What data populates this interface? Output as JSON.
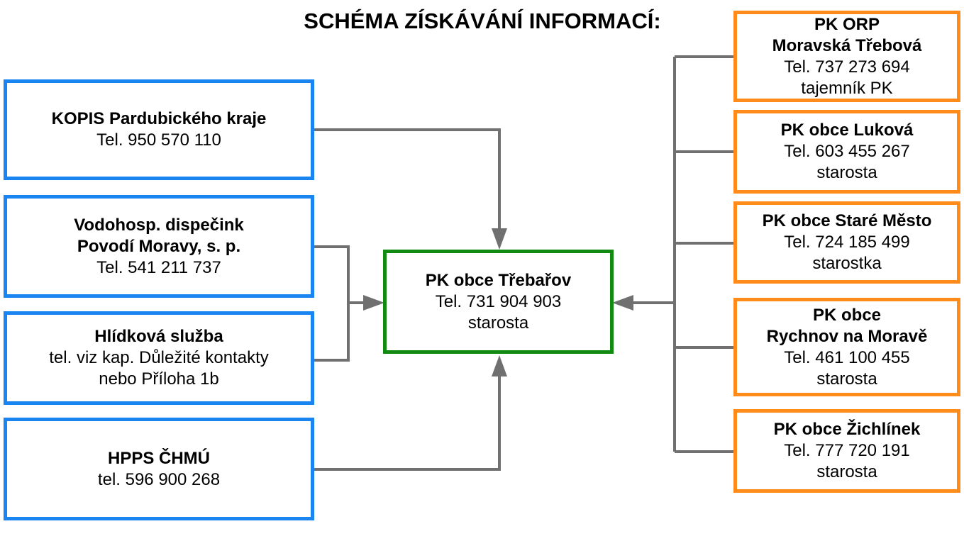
{
  "title": "SCHÉMA ZÍSKÁVÁNÍ INFORMACÍ:",
  "colors": {
    "source_border": "#1a84f0",
    "target_border": "#ff8c1a",
    "center_border": "#118a11",
    "connector": "#707070"
  },
  "center": {
    "name": "PK obce Třebařov",
    "phone": "Tel. 731 904 903",
    "role": "starosta"
  },
  "sources": [
    {
      "lines": [
        "KOPIS Pardubického kraje"
      ],
      "phone": "Tel. 950 570 110",
      "extra": []
    },
    {
      "lines": [
        "Vodohosp. dispečink",
        "Povodí Moravy, s. p."
      ],
      "phone": "Tel. 541 211 737",
      "extra": []
    },
    {
      "lines": [
        "Hlídková služba"
      ],
      "phone": "tel. viz kap. Důležité kontakty",
      "extra": [
        "nebo Příloha 1b"
      ]
    },
    {
      "lines": [
        "HPPS ČHMÚ"
      ],
      "phone": "tel. 596 900 268",
      "extra": []
    }
  ],
  "targets": [
    {
      "lines": [
        "PK ORP",
        "Moravská Třebová"
      ],
      "phone": "Tel. 737 273 694",
      "role": "tajemník PK"
    },
    {
      "lines": [
        "PK obce Luková"
      ],
      "phone": "Tel. 603 455 267",
      "role": "starosta"
    },
    {
      "lines": [
        "PK obce Staré Město"
      ],
      "phone": "Tel. 724 185 499",
      "role": "starostka"
    },
    {
      "lines": [
        "PK obce",
        "Rychnov na Moravě"
      ],
      "phone": "Tel. 461 100 455",
      "role": "starosta"
    },
    {
      "lines": [
        "PK obce Žichlínek"
      ],
      "phone": "Tel. 777 720 191",
      "role": "starosta"
    }
  ]
}
